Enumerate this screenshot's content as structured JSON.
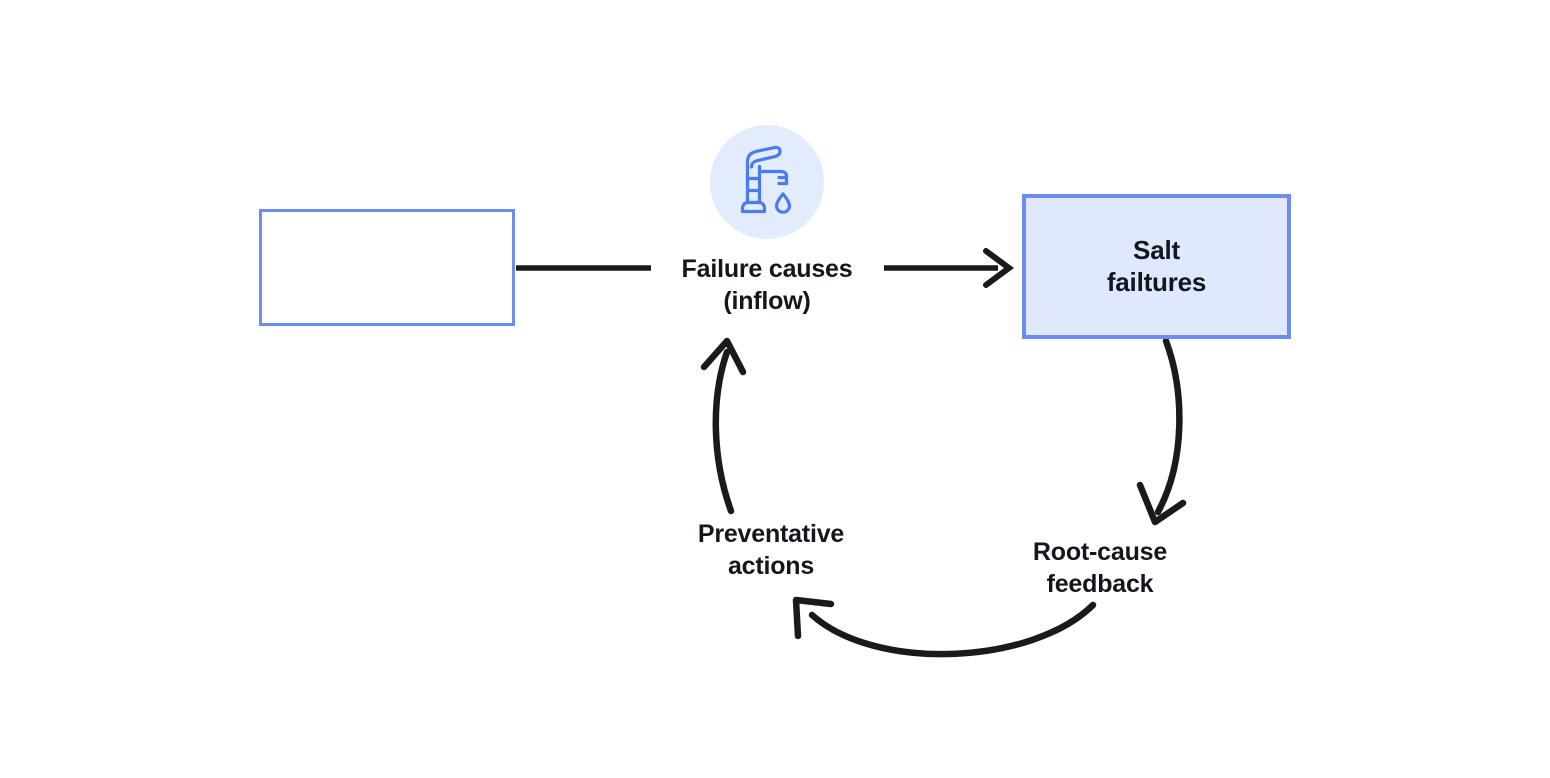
{
  "diagram": {
    "type": "stock-and-flow feedback loop",
    "background_color": "#ffffff",
    "accent_color": "#6b8df2",
    "fill_color": "#dfe8fd",
    "icon_circle_color": "#e2ecfc",
    "text_color": "#13161c",
    "arrow_color": "#1a1a1a"
  },
  "nodes": {
    "source_box": {
      "label": "",
      "border_color": "#6b8df2",
      "fill_color": "#ffffff"
    },
    "target_box": {
      "label": "Salt\nfailtures",
      "border_color": "#6b8df2",
      "fill_color": "#dfe8fd"
    }
  },
  "flows": {
    "inflow": {
      "label": "Failure causes\n(inflow)",
      "icon": "faucet-icon"
    },
    "preventative": {
      "label": "Preventative\nactions"
    },
    "root_cause": {
      "label": "Root-cause\nfeedback"
    }
  }
}
